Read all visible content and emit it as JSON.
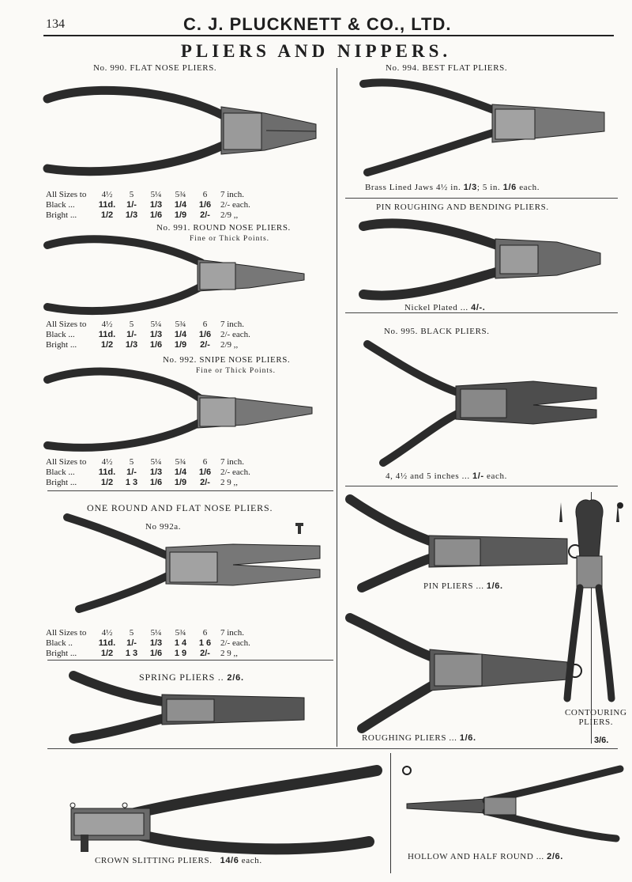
{
  "header": {
    "page_number": "134",
    "company": "C. J. PLUCKNETT & CO., LTD."
  },
  "section_title": "PLIERS AND NIPPERS.",
  "items": {
    "p990": {
      "title": "No. 990.  FLAT NOSE PLIERS.",
      "sizes": [
        "All Sizes to",
        "4½",
        "5",
        "5¼",
        "5¾",
        "6",
        "7 inch."
      ],
      "black": [
        "Black ...",
        "11d.",
        "1/-",
        "1/3",
        "1/4",
        "1/6",
        "2/- each."
      ],
      "bright": [
        "Bright ...",
        "1/2",
        "1/3",
        "1/6",
        "1/9",
        "2/-",
        "2/9 ,,"
      ]
    },
    "p991": {
      "title": "No. 991.  ROUND NOSE PLIERS.",
      "subtitle": "Fine or Thick Points.",
      "sizes": [
        "All Sizes to",
        "4½",
        "5",
        "5¼",
        "5¾",
        "6",
        "7 inch."
      ],
      "black": [
        "Black ...",
        "11d.",
        "1/-",
        "1/3",
        "1/4",
        "1/6",
        "2/- each."
      ],
      "bright": [
        "Bright ...",
        "1/2",
        "1/3",
        "1/6",
        "1/9",
        "2/-",
        "2/9 ,,"
      ]
    },
    "p992": {
      "title": "No. 992.  SNIPE NOSE PLIERS.",
      "subtitle": "Fine or Thick Points.",
      "sizes": [
        "All Sizes to",
        "4½",
        "5",
        "5¼",
        "5¾",
        "6",
        "7 inch."
      ],
      "black": [
        "Black ...",
        "11d.",
        "1/-",
        "1/3",
        "1/4",
        "1/6",
        "2/- each."
      ],
      "bright": [
        "Bright ...",
        "1/2",
        "1 3",
        "1/6",
        "1/9",
        "2/-",
        "2 9 ,,"
      ]
    },
    "p992a": {
      "title": "ONE ROUND AND FLAT NOSE PLIERS.",
      "number": "No 992a.",
      "sizes": [
        "All Sizes to",
        "4½",
        "5",
        "5¼",
        "5¾",
        "6",
        "7 inch."
      ],
      "black": [
        "Black ..",
        "11d.",
        "1/-",
        "1/3",
        "1 4",
        "1 6",
        "2/- each."
      ],
      "bright": [
        "Bright ...",
        "1/2",
        "1 3",
        "1/6",
        "1 9",
        "2/-",
        "2 9 ,,"
      ]
    },
    "spring": {
      "label": "SPRING PLIERS ..",
      "price": "2/6."
    },
    "p994": {
      "title": "No. 994.  BEST FLAT PLIERS.",
      "caption_text": "Brass Lined Jaws 4½ in.",
      "price1": "1/3",
      "caption_mid": "; 5 in.",
      "price2": "1/6",
      "caption_end": "each."
    },
    "pin_roughing": {
      "title": "PIN ROUGHING AND BENDING PLIERS.",
      "label": "Nickel Plated ...",
      "price": "4/-."
    },
    "p995": {
      "title": "No. 995.  BLACK PLIERS.",
      "label": "4, 4½ and 5 inches ...",
      "price": "1/-",
      "suffix": "each."
    },
    "pin_pliers": {
      "label": "PIN PLIERS ...",
      "price": "1/6."
    },
    "roughing": {
      "label": "ROUGHING PLIERS ...",
      "price": "1/6."
    },
    "contouring": {
      "line1": "CONTOURING",
      "line2": "PLIERS.",
      "price": "3/6."
    },
    "crown": {
      "label": "CROWN SLITTING PLIERS.",
      "price": "14/6",
      "suffix": "each."
    },
    "hollow": {
      "label": "HOLLOW AND HALF ROUND ...",
      "price": "2/6."
    }
  },
  "colors": {
    "ink": "#1f1f1f",
    "paper": "#fbfaf7",
    "steel": "#3a3a3a",
    "steel_light": "#8a8a8a"
  }
}
